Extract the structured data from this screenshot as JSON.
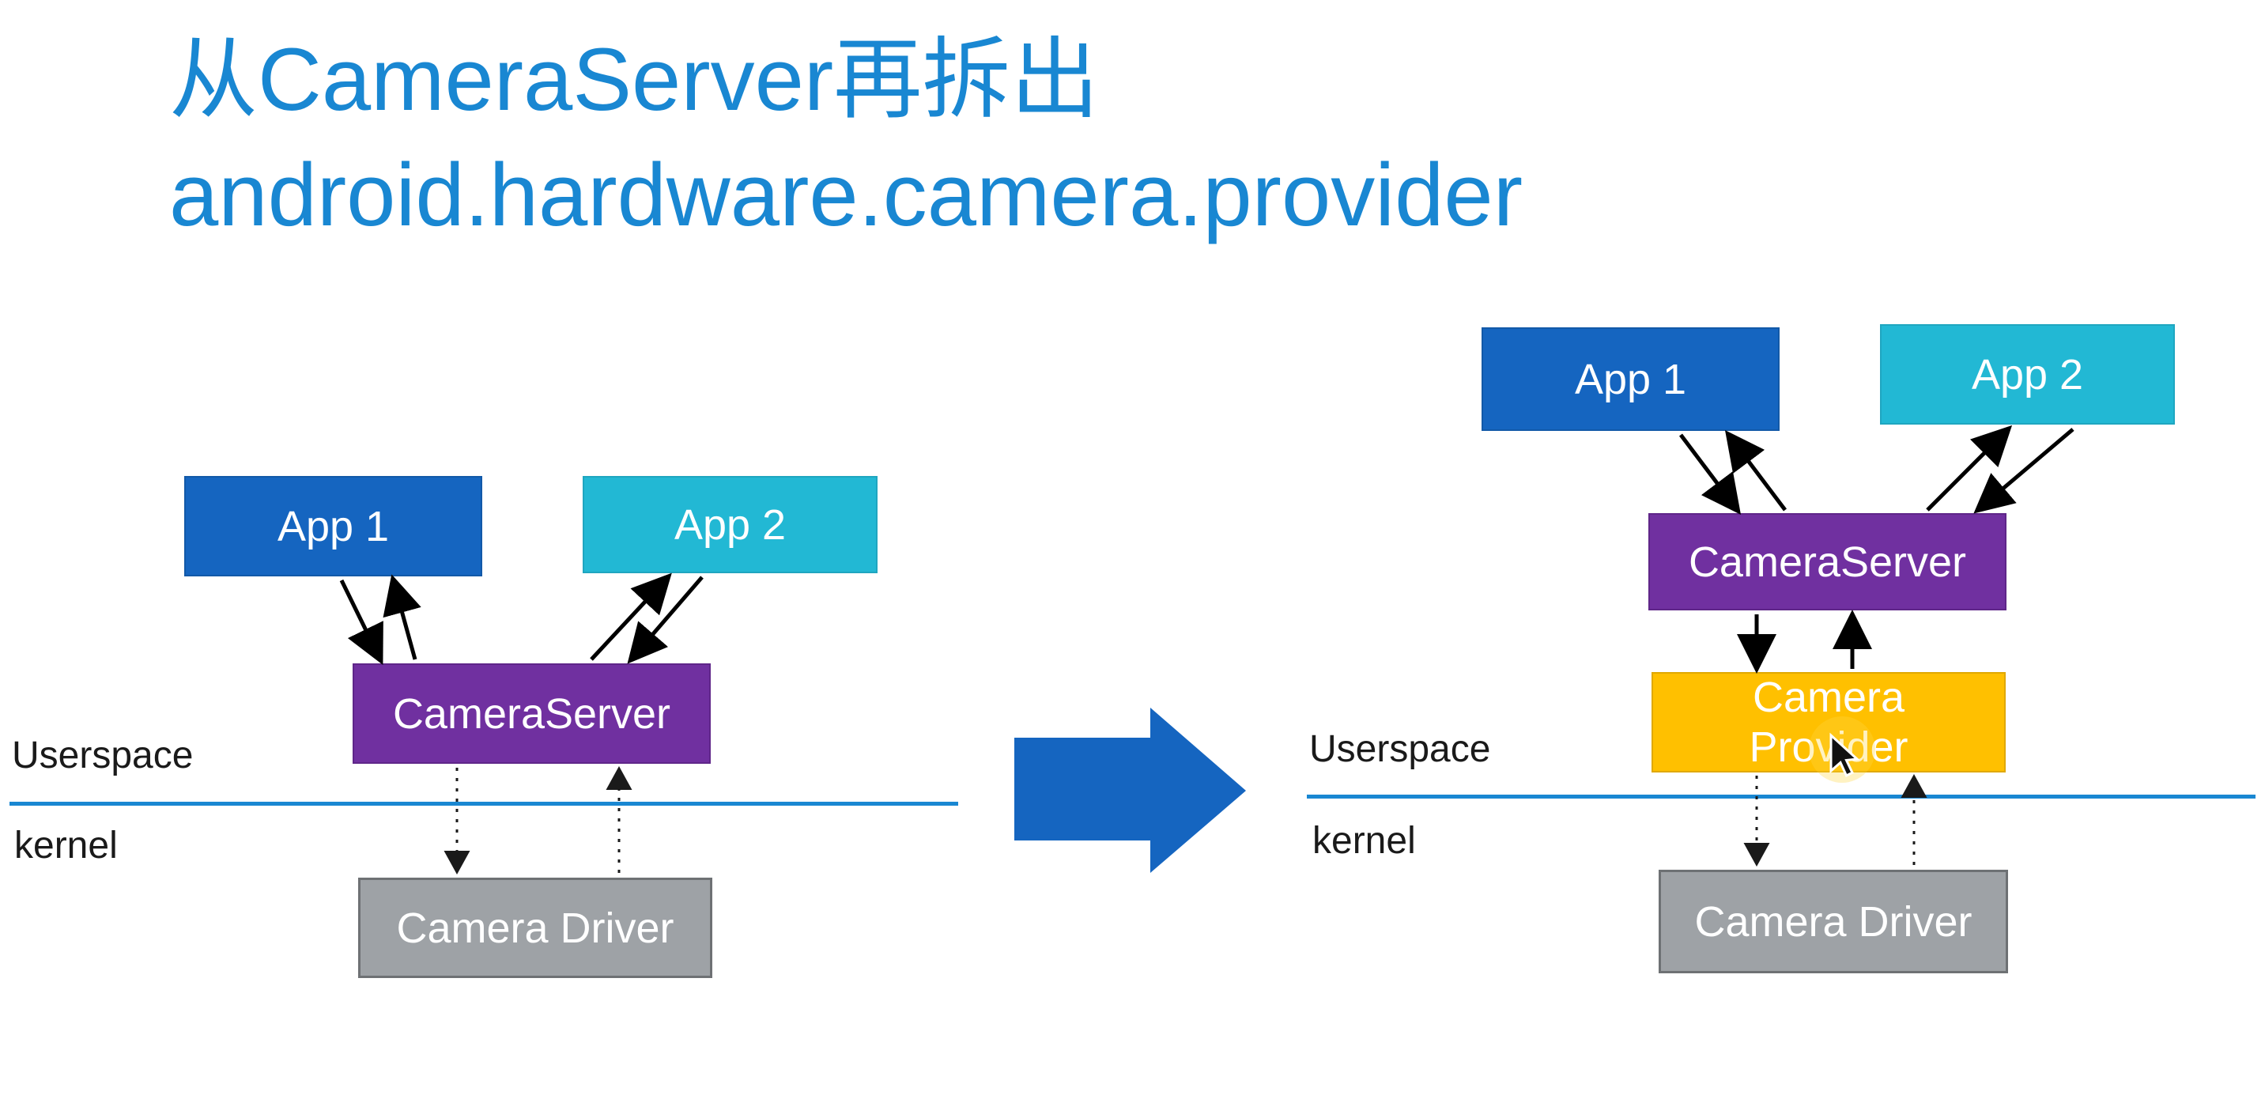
{
  "title": {
    "line1": "从CameraServer再拆出",
    "line2": "android.hardware.camera.provider"
  },
  "left_diagram": {
    "app1": "App 1",
    "app2": "App 2",
    "camera_server": "CameraServer",
    "camera_driver": "Camera Driver",
    "userspace_label": "Userspace",
    "kernel_label": "kernel"
  },
  "right_diagram": {
    "app1": "App 1",
    "app2": "App 2",
    "camera_server": "CameraServer",
    "camera_provider_line1": "Camera",
    "camera_provider_line2": "Provider",
    "camera_driver": "Camera Driver",
    "userspace_label": "Userspace",
    "kernel_label": "kernel"
  },
  "colors": {
    "title_blue": "#1987D2",
    "app1_blue": "#1565C0",
    "app2_cyan": "#22B8D4",
    "camera_server_purple": "#7030A0",
    "camera_provider_orange": "#FFC000",
    "camera_driver_gray": "#9EA2A6",
    "divider_blue": "#1987D2",
    "transition_arrow_blue": "#1565C0",
    "connector_black": "#000000"
  }
}
